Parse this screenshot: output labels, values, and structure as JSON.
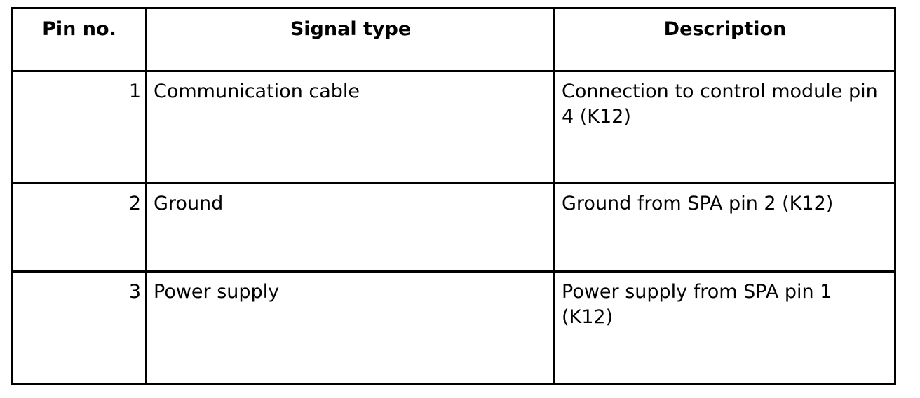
{
  "table": {
    "headers": [
      "Pin no.",
      "Signal type",
      "Description"
    ],
    "rows": [
      {
        "pin": "1",
        "signal": "Communication cable",
        "description": "Connection to control module pin 4 (K12)"
      },
      {
        "pin": "2",
        "signal": "Ground",
        "description": "Ground from SPA pin 2 (K12)"
      },
      {
        "pin": "3",
        "signal": "Power supply",
        "description": "Power supply from SPA pin 1 (K12)"
      }
    ]
  }
}
